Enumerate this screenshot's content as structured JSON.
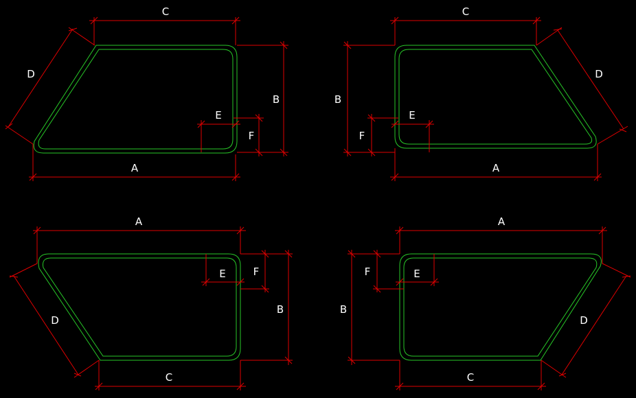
{
  "colors": {
    "background": "#000000",
    "outline": "#28c828",
    "dimension": "#e00000",
    "text": "#ffffff"
  },
  "panels": [
    {
      "name": "top-left",
      "labels": {
        "A": "A",
        "B": "B",
        "C": "C",
        "D": "D",
        "E": "E",
        "F": "F"
      }
    },
    {
      "name": "top-right",
      "labels": {
        "A": "A",
        "B": "B",
        "C": "C",
        "D": "D",
        "E": "E",
        "F": "F"
      }
    },
    {
      "name": "bottom-left",
      "labels": {
        "A": "A",
        "B": "B",
        "C": "C",
        "D": "D",
        "E": "E",
        "F": "F"
      }
    },
    {
      "name": "bottom-right",
      "labels": {
        "A": "A",
        "B": "B",
        "C": "C",
        "D": "D",
        "E": "E",
        "F": "F"
      }
    }
  ]
}
